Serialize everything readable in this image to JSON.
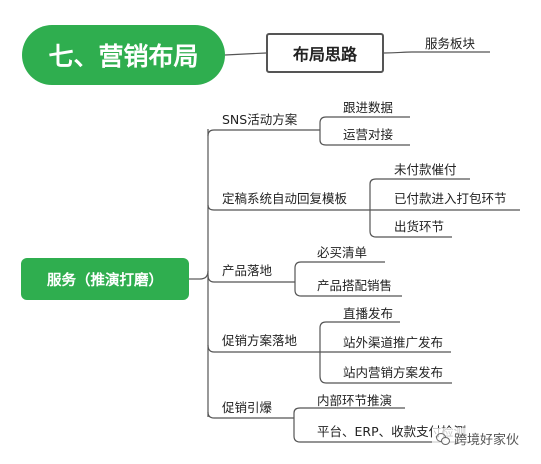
{
  "title": "七、营销布局",
  "concept": {
    "label": "布局思路",
    "child": "服务板块"
  },
  "service": {
    "label": "服务（推演打磨）",
    "branches": [
      {
        "label": "SNS活动方案",
        "children": [
          "跟进数据",
          "运营对接"
        ]
      },
      {
        "label": "定稿系统自动回复模板",
        "children": [
          "未付款催付",
          "已付款进入打包环节",
          "出货环节"
        ]
      },
      {
        "label": "产品落地",
        "children": [
          "必买清单",
          "产品搭配销售"
        ]
      },
      {
        "label": "促销方案落地",
        "children": [
          "直播发布",
          "站外渠道推广发布",
          "站内营销方案发布"
        ]
      },
      {
        "label": "促销引爆",
        "children": [
          "内部环节推演",
          "平台、ERP、收款支付检测"
        ]
      }
    ]
  },
  "watermark": "跨境好家伙",
  "colors": {
    "accent": "#2fae4f",
    "line": "#555555"
  }
}
